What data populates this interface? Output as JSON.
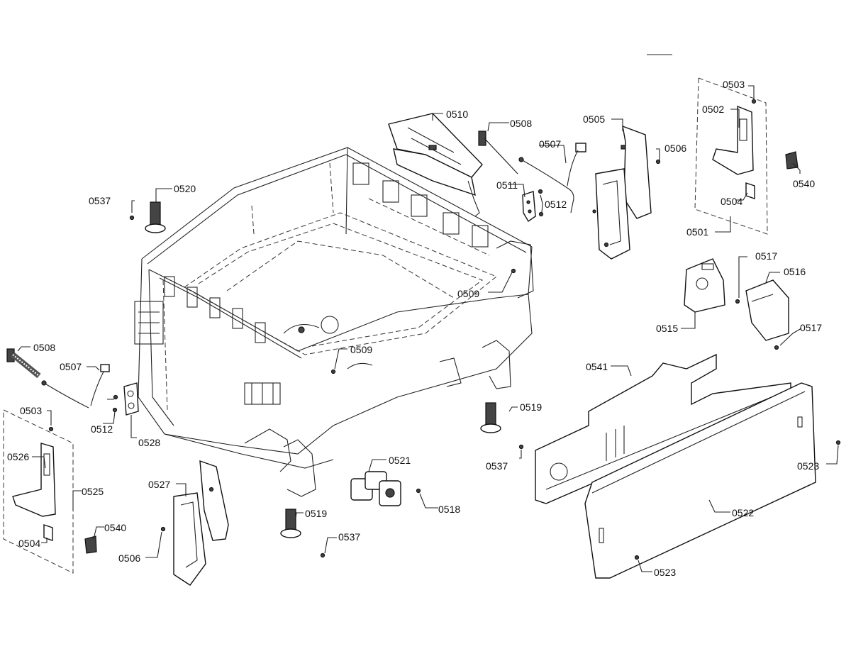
{
  "labels": {
    "l0503a": "0503",
    "l0502": "0502",
    "l0540a": "0540",
    "l0504a": "0504",
    "l0501": "0501",
    "l0505": "0505",
    "l0506a": "0506",
    "l0510": "0510",
    "l0508a": "0508",
    "l0507a": "0507",
    "l0511": "0511",
    "l0512a": "0512",
    "l0537a": "0537",
    "l0520": "0520",
    "l0509a": "0509",
    "l0517a": "0517",
    "l0516": "0516",
    "l0515": "0515",
    "l0517b": "0517",
    "l0509b": "0509",
    "l0508b": "0508",
    "l0507b": "0507",
    "l0503b": "0503",
    "l0512b": "0512",
    "l0528": "0528",
    "l0526": "0526",
    "l0525": "0525",
    "l0504b": "0504",
    "l0540b": "0540",
    "l0527": "0527",
    "l0506b": "0506",
    "l0519a": "0519",
    "l0537b": "0537",
    "l0521": "0521",
    "l0518": "0518",
    "l0519b": "0519",
    "l0537c": "0537",
    "l0541": "0541",
    "l0523a": "0523",
    "l0522": "0522",
    "l0523b": "0523"
  }
}
